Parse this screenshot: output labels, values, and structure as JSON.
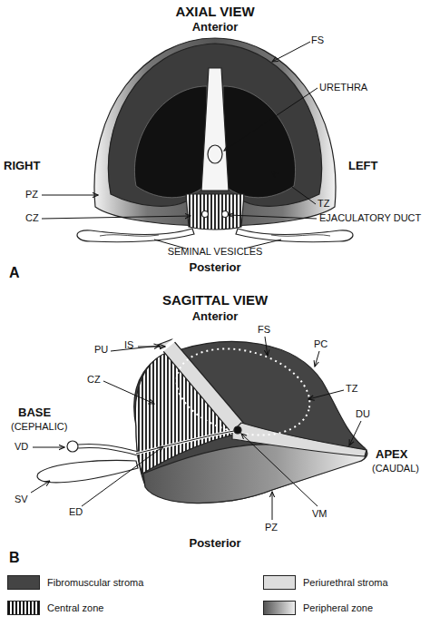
{
  "diagram": {
    "labels": [
      "AXIAL VIEW",
      "Anterior",
      "FS",
      "URETHRA",
      "RIGHT",
      "LEFT",
      "PZ",
      "TZ",
      "CZ",
      "EJACULATORY DUCT",
      "SEMINAL VESICLES",
      "Posterior",
      "A",
      "SAGITTAL VIEW",
      "Anterior",
      "PU",
      "IS",
      "CZ",
      "FS",
      "PC",
      "TZ",
      "BASE",
      "(CEPHALIC)",
      "DU",
      "VD",
      "APEX",
      "(CAUDAL)",
      "SV",
      "ED",
      "VM",
      "PZ",
      "Posterior",
      "B"
    ],
    "legend": [
      {
        "text": "Fibromuscular stroma",
        "color": "#444444"
      },
      {
        "text": "Central zone"
      },
      {
        "text": "Periurethral stroma",
        "color": "#dddddd"
      },
      {
        "text": "Peripheral zone"
      }
    ]
  }
}
